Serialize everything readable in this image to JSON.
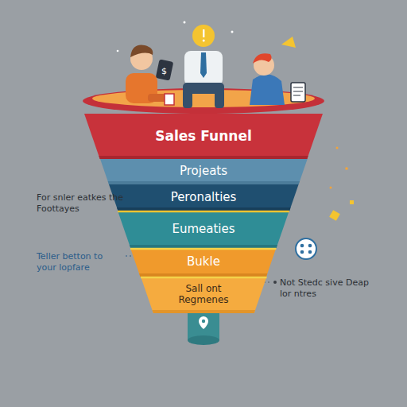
{
  "diagram": {
    "nodes": [
      {
        "text": [
          "Sales Funnel"
        ]
      },
      {
        "text": [
          "Projeats"
        ]
      },
      {
        "text": [
          "Peronalties"
        ]
      },
      {
        "text": [
          "Eumeaties"
        ]
      },
      {
        "text": [
          "Bukle"
        ]
      },
      {
        "text": [
          "Sall ont Regmenes"
        ]
      }
    ],
    "labels": [
      "For snler eatkes the Foottayes",
      "Teller betton to your lopfare",
      "Not Stedc sive Deap lor ntres"
    ]
  }
}
